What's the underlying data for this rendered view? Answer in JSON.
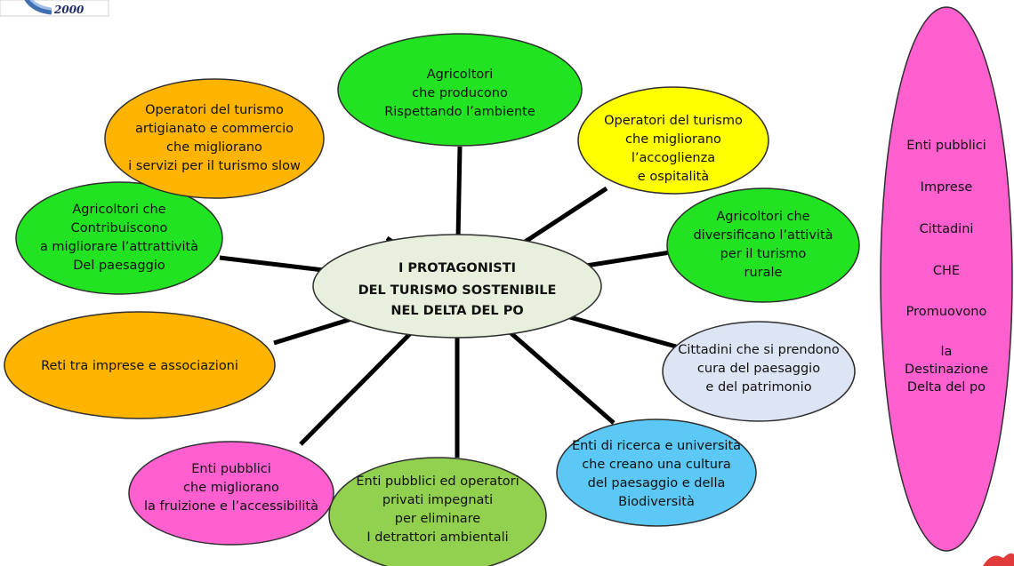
{
  "logo": {
    "text": "2000"
  },
  "center": {
    "lines": [
      "I PROTAGONISTI",
      "DEL TURISMO SOSTENIBILE",
      "NEL DELTA DEL PO"
    ],
    "color": "#e6f0dc"
  },
  "nodes": [
    {
      "id": "agricoltori-ambiente",
      "color": "#22e322",
      "lines": [
        "Agricoltori",
        "che producono",
        "Rispettando l’ambiente"
      ]
    },
    {
      "id": "operatori-accoglienza",
      "color": "#ffff00",
      "lines": [
        "Operatori del turismo",
        "che migliorano",
        "l’accoglienza",
        "e ospitalità"
      ]
    },
    {
      "id": "agricoltori-turismo-rurale",
      "color": "#22e322",
      "lines": [
        "Agricoltori che",
        "diversificano l’attività",
        "per il  turismo",
        "rurale"
      ]
    },
    {
      "id": "cittadini-paesaggio",
      "color": "#dde4f3",
      "lines": [
        "Cittadini che si prendono",
        "cura del paesaggio",
        "e del patrimonio"
      ]
    },
    {
      "id": "enti-ricerca",
      "color": "#5cc8f5",
      "lines": [
        "Enti di ricerca e università",
        "che creano una cultura",
        "del paesaggio e della",
        "Biodiversità"
      ]
    },
    {
      "id": "enti-detrattori",
      "color": "#92d050",
      "lines": [
        "Enti pubblici ed operatori",
        "privati impegnati",
        "per eliminare",
        "I detrattori ambientali"
      ]
    },
    {
      "id": "enti-fruizione",
      "color": "#ff5fcf",
      "lines": [
        "Enti pubblici",
        "che migliorano",
        "la fruizione e l’accessibilità"
      ]
    },
    {
      "id": "reti-imprese",
      "color": "#ffb400",
      "lines": [
        "Reti tra imprese e associazioni"
      ]
    },
    {
      "id": "agricoltori-attrattivita",
      "color": "#22e322",
      "lines": [
        "Agricoltori che",
        "Contribuiscono",
        "a migliorare l’attrattività",
        "Del paesaggio"
      ]
    },
    {
      "id": "operatori-commercio",
      "color": "#ffb400",
      "lines": [
        "Operatori del turismo",
        "artigianato e commercio",
        "che migliorano",
        "i servizi per il turismo slow"
      ]
    }
  ],
  "side": {
    "color": "#ff5fcf",
    "lines": [
      "Enti pubblici",
      "Imprese",
      "Cittadini",
      "CHE",
      "Promuovono",
      "la",
      "Destinazione",
      "Delta del po"
    ]
  }
}
